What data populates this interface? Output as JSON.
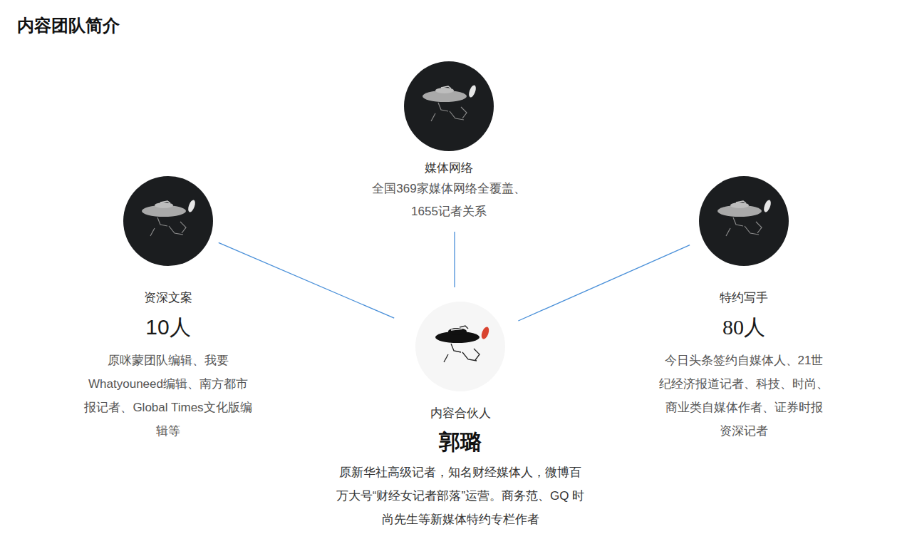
{
  "diagram": {
    "title": "内容团队简介",
    "nodes": [
      {
        "text": [
          "媒体网络",
          "全国369家媒体网络全覆盖、 1655记者关系"
        ]
      },
      {
        "text": [
          "资深文案",
          "10人",
          "原咪蒙团队编辑、我要 Whatyouneed编辑、南方都市 报记者、Global Times文化版编 辑等"
        ]
      },
      {
        "text": [
          "特约写手",
          "80人",
          "今日头条签约自媒体人、21世 纪经济报道记者、科技、时尚、 商业类自媒体作者、证券时报 资深记者"
        ]
      },
      {
        "text": [
          "内容合伙人",
          "郭璐",
          "原新华社高级记者，知名财经媒体人，微博百 万大号“财经女记者部落”运营。商务范、GQ 时尚先生等新媒体特约专栏作者"
        ]
      }
    ],
    "edges": [
      {
        "from": 3,
        "to": 0,
        "arrow": "none"
      },
      {
        "from": 3,
        "to": 1,
        "arrow": "none"
      },
      {
        "from": 3,
        "to": 2,
        "arrow": "none"
      }
    ]
  }
}
